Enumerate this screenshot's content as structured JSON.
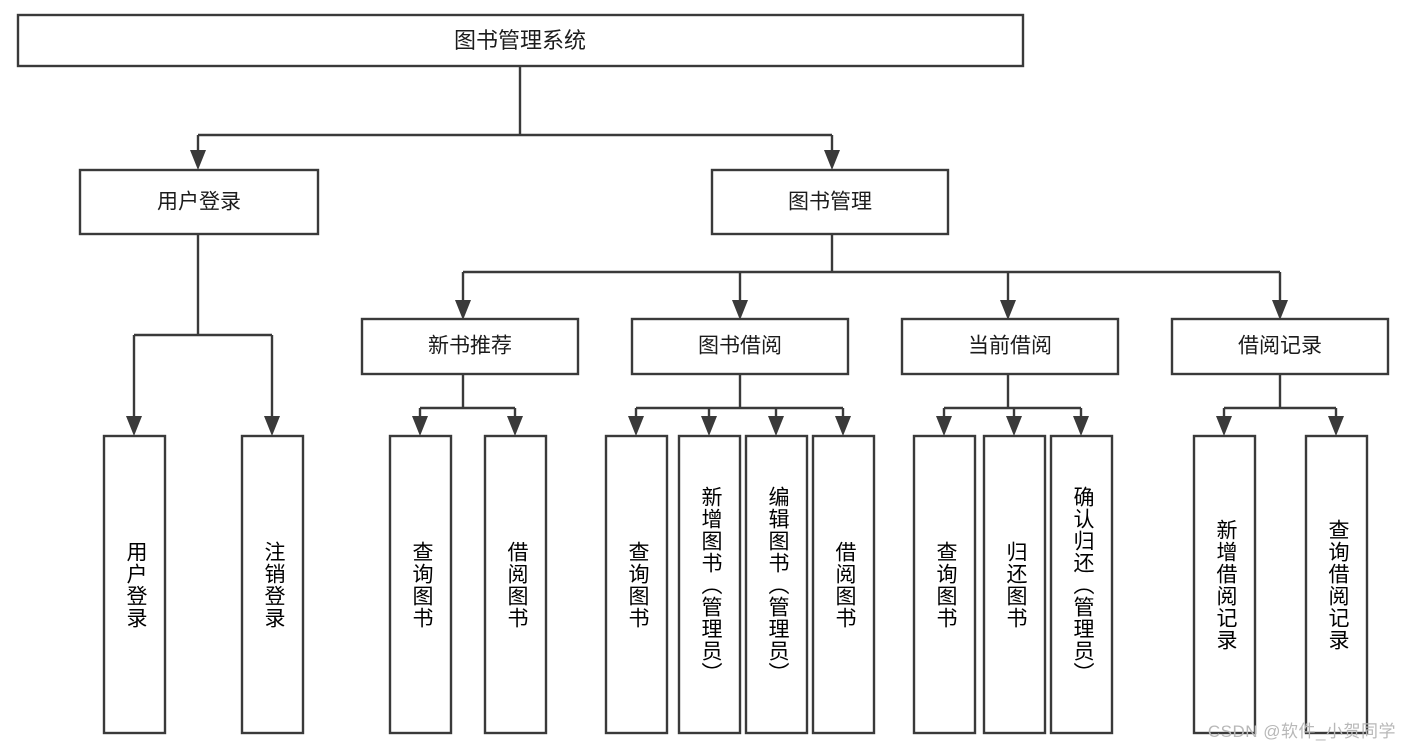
{
  "diagram": {
    "title": "图书管理系统",
    "type": "tree-hierarchy-diagram",
    "watermark": "CSDN @软件_小贺同学",
    "colors": {
      "stroke": "#3a3a3a",
      "box_fill": "#ffffff",
      "text": "#1c1c1c",
      "background": "#ffffff",
      "watermark": "#b8b8b8"
    },
    "root": {
      "label": "图书管理系统"
    },
    "level2": [
      {
        "label": "用户登录"
      },
      {
        "label": "图书管理"
      }
    ],
    "level3": [
      {
        "label": "新书推荐"
      },
      {
        "label": "图书借阅"
      },
      {
        "label": "当前借阅"
      },
      {
        "label": "借阅记录"
      }
    ],
    "leaves": {
      "user_login": [
        {
          "label": "用户登录"
        },
        {
          "label": "注销登录"
        }
      ],
      "new_book_recommend": [
        {
          "label": "查询图书"
        },
        {
          "label": "借阅图书"
        }
      ],
      "book_borrow": [
        {
          "label": "查询图书"
        },
        {
          "label": "新增图书（管理员）"
        },
        {
          "label": "编辑图书（管理员）"
        },
        {
          "label": "借阅图书"
        }
      ],
      "current_borrow": [
        {
          "label": "查询图书"
        },
        {
          "label": "归还图书"
        },
        {
          "label": "确认归还（管理员）"
        }
      ],
      "borrow_record": [
        {
          "label": "新增借阅记录"
        },
        {
          "label": "查询借阅记录"
        }
      ]
    }
  }
}
